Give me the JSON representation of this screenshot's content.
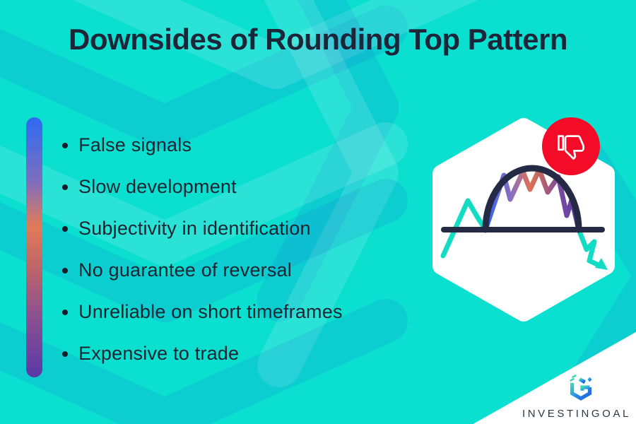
{
  "header": {
    "title": "Downsides of Rounding Top Pattern"
  },
  "list": {
    "items": [
      "False signals",
      "Slow development",
      "Subjectivity in identification",
      "No guarantee of reversal",
      "Unreliable on short timeframes",
      "Expensive to trade"
    ]
  },
  "illustration": {
    "subject": "rounding-top chart pattern in white hexagon",
    "badge_icon": "thumbs-down-icon"
  },
  "footer": {
    "brand": "INVESTINGOAL"
  },
  "colors": {
    "background_teal": "#0BDFD0",
    "chevron_dark": "#0FC9D9",
    "chevron_light": "#28E3D6",
    "title_navy": "#1C2638",
    "outline_navy": "#242944",
    "badge_red": "#F30B28",
    "price_line_teal": "#12DCC4",
    "bar_gradient": [
      "#2C6BF2",
      "#E27B58",
      "#5A38A8"
    ],
    "logo_teal": "#35D9B8",
    "logo_blue": "#1D5BD8",
    "hexagon_white": "#FFFFFF"
  }
}
